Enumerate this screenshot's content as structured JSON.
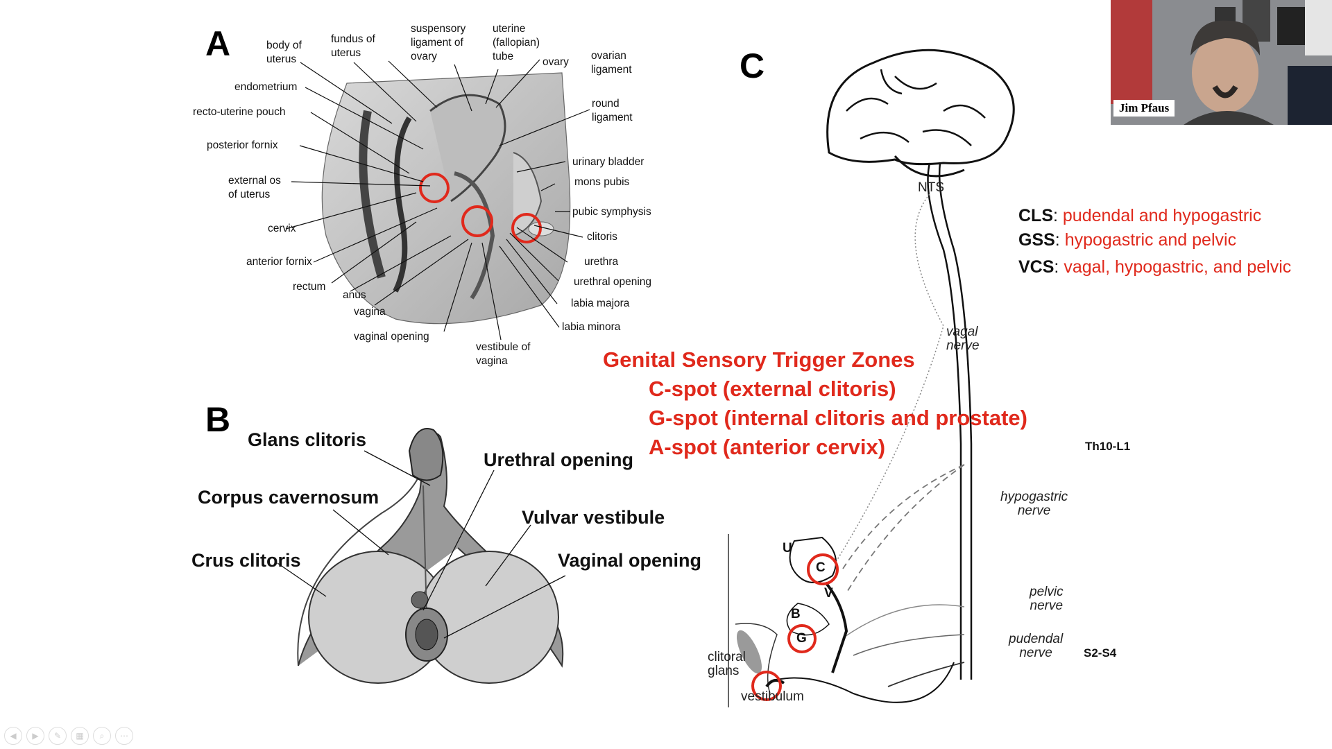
{
  "panelA": {
    "letter": "A",
    "labels": {
      "body_of_uterus": "body of\nuterus",
      "fundus_of_uterus": "fundus of\nuterus",
      "suspensory_ligament": "suspensory\nligament of\novary",
      "uterine_tube": "uterine\n(fallopian)\ntube",
      "ovary": "ovary",
      "ovarian_ligament": "ovarian\nligament",
      "endometrium": "endometrium",
      "recto_uterine_pouch": "recto-uterine pouch",
      "posterior_fornix": "posterior fornix",
      "external_os": "external os\nof uterus",
      "cervix": "cervix",
      "anterior_fornix": "anterior fornix",
      "rectum": "rectum",
      "anus": "anus",
      "vagina": "vagina",
      "vaginal_opening": "vaginal opening",
      "vestibule_of_vagina": "vestibule of\nvagina",
      "labia_minora": "labia minora",
      "labia_majora": "labia majora",
      "urethral_opening": "urethral opening",
      "urethra": "urethra",
      "clitoris": "clitoris",
      "pubic_symphysis": "pubic symphysis",
      "mons_pubis": "mons pubis",
      "urinary_bladder": "urinary bladder",
      "round_ligament": "round\nligament"
    }
  },
  "panelB": {
    "letter": "B",
    "labels": {
      "glans_clitoris": "Glans clitoris",
      "corpus_cavernosum": "Corpus cavernosum",
      "crus_clitoris": "Crus clitoris",
      "urethral_opening": "Urethral opening",
      "vulvar_vestibule": "Vulvar vestibule",
      "vaginal_opening": "Vaginal opening"
    }
  },
  "panelC": {
    "letter": "C",
    "labels": {
      "nts": "NTS",
      "vagal_nerve": "vagal\nnerve",
      "hypogastric_nerve": "hypogastric\nnerve",
      "pelvic_nerve": "pelvic\nnerve",
      "pudendal_nerve": "pudendal\nnerve",
      "th10_l1": "Th10-L1",
      "s2_s4": "S2-S4",
      "u": "U",
      "c": "C",
      "v": "V",
      "b": "B",
      "g": "G",
      "clitoral_glans": "clitoral\nglans",
      "vestibulum": "vestibulum"
    }
  },
  "zones": {
    "title": "Genital Sensory Trigger Zones",
    "c_spot": "C-spot (external clitoris)",
    "g_spot": "G-spot (internal clitoris and prostate)",
    "a_spot": "A-spot (anterior cervix)"
  },
  "legend": [
    {
      "key": "CLS",
      "value": "pudendal and hypogastric"
    },
    {
      "key": "GSS",
      "value": "hypogastric and pelvic"
    },
    {
      "key": "VCS",
      "value": "vagal, hypogastric, and pelvic"
    }
  ],
  "webcam": {
    "name": "Jim Pfaus"
  },
  "colors": {
    "accent_red": "#e0291c"
  }
}
